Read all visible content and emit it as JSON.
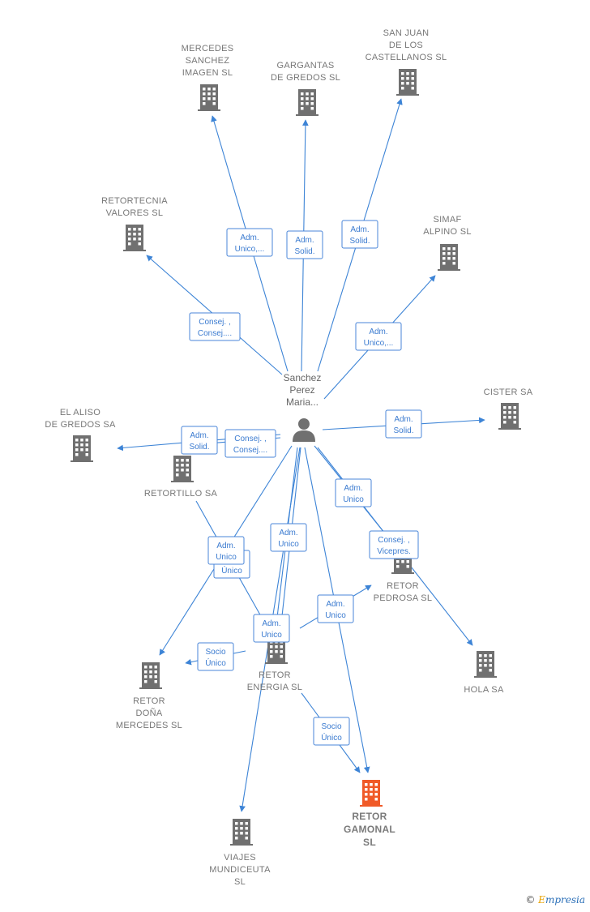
{
  "colors": {
    "edge": "#3d84d6",
    "building": "#707070",
    "highlight": "#f05a28",
    "label": "#777777"
  },
  "center": {
    "name_lines": [
      "Sanchez",
      "Perez",
      "Maria..."
    ],
    "icon": "person-icon"
  },
  "companies": [
    {
      "id": "mercedes",
      "lines": [
        "MERCEDES",
        "SANCHEZ",
        "IMAGEN SL"
      ]
    },
    {
      "id": "gargantas",
      "lines": [
        "GARGANTAS",
        "DE GREDOS SL"
      ]
    },
    {
      "id": "sanjuan",
      "lines": [
        "SAN JUAN",
        "DE LOS",
        "CASTELLANOS SL"
      ]
    },
    {
      "id": "retortecnia",
      "lines": [
        "RETORTECNIA",
        "VALORES SL"
      ]
    },
    {
      "id": "simaf",
      "lines": [
        "SIMAF",
        "ALPINO  SL"
      ]
    },
    {
      "id": "cister",
      "lines": [
        "CISTER SA"
      ]
    },
    {
      "id": "elaliso",
      "lines": [
        "EL ALISO",
        "DE GREDOS SA"
      ]
    },
    {
      "id": "retortillo",
      "lines": [
        "RETORTILLO SA"
      ]
    },
    {
      "id": "pedrosa",
      "lines": [
        "RETOR",
        "PEDROSA  SL"
      ]
    },
    {
      "id": "hola",
      "lines": [
        "HOLA SA"
      ]
    },
    {
      "id": "dona",
      "lines": [
        "RETOR",
        "DOÑA",
        "MERCEDES  SL"
      ]
    },
    {
      "id": "energia",
      "lines": [
        "RETOR",
        "ENERGIA  SL"
      ]
    },
    {
      "id": "viajes",
      "lines": [
        "VIAJES",
        "MUNDICEUTA",
        "SL"
      ]
    },
    {
      "id": "gamonal",
      "lines": [
        "RETOR",
        "GAMONAL",
        "SL"
      ],
      "highlight": true
    }
  ],
  "edge_labels": [
    {
      "id": "l-mercedes",
      "lines": [
        "Adm.",
        "Unico,..."
      ]
    },
    {
      "id": "l-gargantas",
      "lines": [
        "Adm.",
        "Solid."
      ]
    },
    {
      "id": "l-sanjuan",
      "lines": [
        "Adm.",
        "Solid."
      ]
    },
    {
      "id": "l-retortecnia",
      "lines": [
        "Consej. ,",
        "Consej...."
      ]
    },
    {
      "id": "l-simaf",
      "lines": [
        "Adm.",
        "Unico,..."
      ]
    },
    {
      "id": "l-cister",
      "lines": [
        "Adm.",
        "Solid."
      ]
    },
    {
      "id": "l-elaliso",
      "lines": [
        "Adm.",
        "Solid."
      ]
    },
    {
      "id": "l-retortillo",
      "lines": [
        "Consej. ,",
        "Consej...."
      ]
    },
    {
      "id": "l-pedrosa1",
      "lines": [
        "Adm.",
        "Unico"
      ]
    },
    {
      "id": "l-hola",
      "lines": [
        "Consej. ,",
        "Vicepres."
      ]
    },
    {
      "id": "l-dona-back",
      "lines": [
        "",
        "Único"
      ]
    },
    {
      "id": "l-dona",
      "lines": [
        "Adm.",
        "Unico"
      ]
    },
    {
      "id": "l-energia1",
      "lines": [
        "Adm.",
        "Unico"
      ]
    },
    {
      "id": "l-energia2",
      "lines": [
        "Adm.",
        "Unico"
      ]
    },
    {
      "id": "l-pedrosa2",
      "lines": [
        "Adm.",
        "Unico"
      ]
    },
    {
      "id": "l-socio-dona",
      "lines": [
        "Socio",
        "Único"
      ]
    },
    {
      "id": "l-socio-gamonal",
      "lines": [
        "Socio",
        "Único"
      ]
    }
  ],
  "footer": {
    "copyright": "©",
    "brand_first": "E",
    "brand_rest": "mpresia"
  }
}
